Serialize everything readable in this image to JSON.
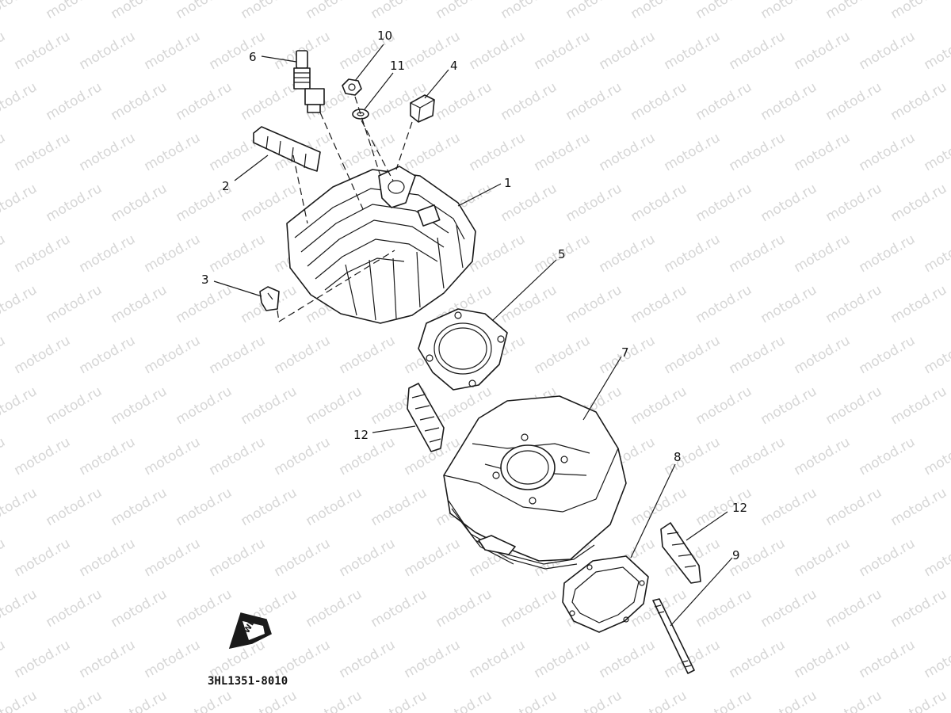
{
  "watermark": {
    "text": "motod.ru",
    "color": "#d6d6d6"
  },
  "diagram_code": "3HL1351-8010",
  "fwd_label": "FWD",
  "callouts": [
    {
      "id": "callout-1",
      "label": "1"
    },
    {
      "id": "callout-2",
      "label": "2"
    },
    {
      "id": "callout-3",
      "label": "3"
    },
    {
      "id": "callout-4",
      "label": "4"
    },
    {
      "id": "callout-5",
      "label": "5"
    },
    {
      "id": "callout-6",
      "label": "6"
    },
    {
      "id": "callout-7",
      "label": "7"
    },
    {
      "id": "callout-8",
      "label": "8"
    },
    {
      "id": "callout-9",
      "label": "9"
    },
    {
      "id": "callout-10",
      "label": "10"
    },
    {
      "id": "callout-11",
      "label": "11"
    },
    {
      "id": "callout-12a",
      "label": "12"
    },
    {
      "id": "callout-12b",
      "label": "12"
    }
  ]
}
